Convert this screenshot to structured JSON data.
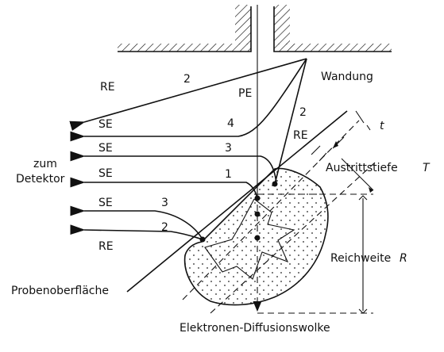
{
  "labels": {
    "wall": "Wandung",
    "pe": "PE",
    "detector_1": "zum",
    "detector_2": "Detektor",
    "exit_depth": "Austrittstiefe",
    "exit_depth_sym": "T",
    "layer_t": "t",
    "range": "Reichweite",
    "range_sym": "R",
    "surface": "Probenoberfläche",
    "cloud": "Elektronen-Diffusionswolke"
  },
  "rays": [
    {
      "type": "RE",
      "num": "2"
    },
    {
      "type": "SE",
      "num": "4"
    },
    {
      "type": "SE",
      "num": "3"
    },
    {
      "type": "SE",
      "num": "1"
    },
    {
      "type": "SE",
      "num": "3"
    },
    {
      "type": "RE",
      "num": "2"
    }
  ],
  "wall_ray": {
    "type": "RE",
    "num": "2"
  }
}
